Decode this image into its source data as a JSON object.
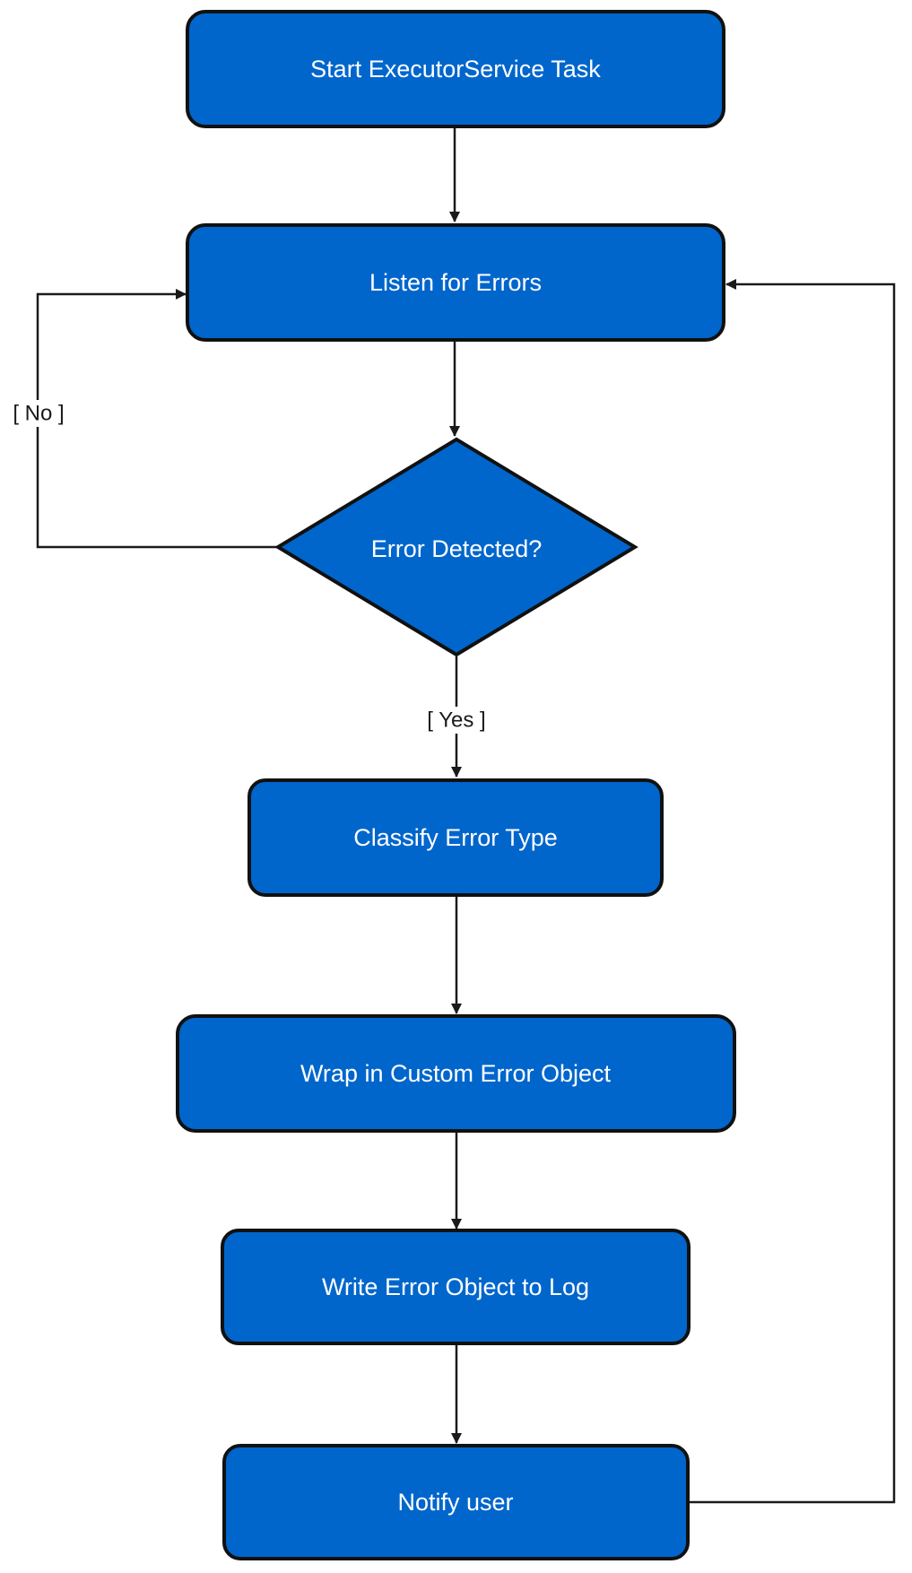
{
  "colors": {
    "node_fill": "#0066CC",
    "node_stroke": "#111111",
    "node_text": "#ffffff",
    "edge": "#1a1a1a"
  },
  "nodes": {
    "start": {
      "label": "Start ExecutorService Task",
      "shape": "rounded-rect"
    },
    "listen": {
      "label": "Listen for Errors",
      "shape": "rounded-rect"
    },
    "decision": {
      "label": "Error Detected?",
      "shape": "diamond"
    },
    "classify": {
      "label": "Classify Error Type",
      "shape": "rounded-rect"
    },
    "wrap": {
      "label": "Wrap in Custom Error Object",
      "shape": "rounded-rect"
    },
    "write": {
      "label": "Write Error Object to Log",
      "shape": "rounded-rect"
    },
    "notify": {
      "label": "Notify user",
      "shape": "rounded-rect"
    }
  },
  "edges": {
    "no_label": "[ No ]",
    "yes_label": "[ Yes ]",
    "connections": [
      {
        "from": "start",
        "to": "listen",
        "label": ""
      },
      {
        "from": "listen",
        "to": "decision",
        "label": ""
      },
      {
        "from": "decision",
        "to": "listen",
        "label": "[ No ]"
      },
      {
        "from": "decision",
        "to": "classify",
        "label": "[ Yes ]"
      },
      {
        "from": "classify",
        "to": "wrap",
        "label": ""
      },
      {
        "from": "wrap",
        "to": "write",
        "label": ""
      },
      {
        "from": "write",
        "to": "notify",
        "label": ""
      },
      {
        "from": "notify",
        "to": "listen",
        "label": ""
      }
    ]
  }
}
